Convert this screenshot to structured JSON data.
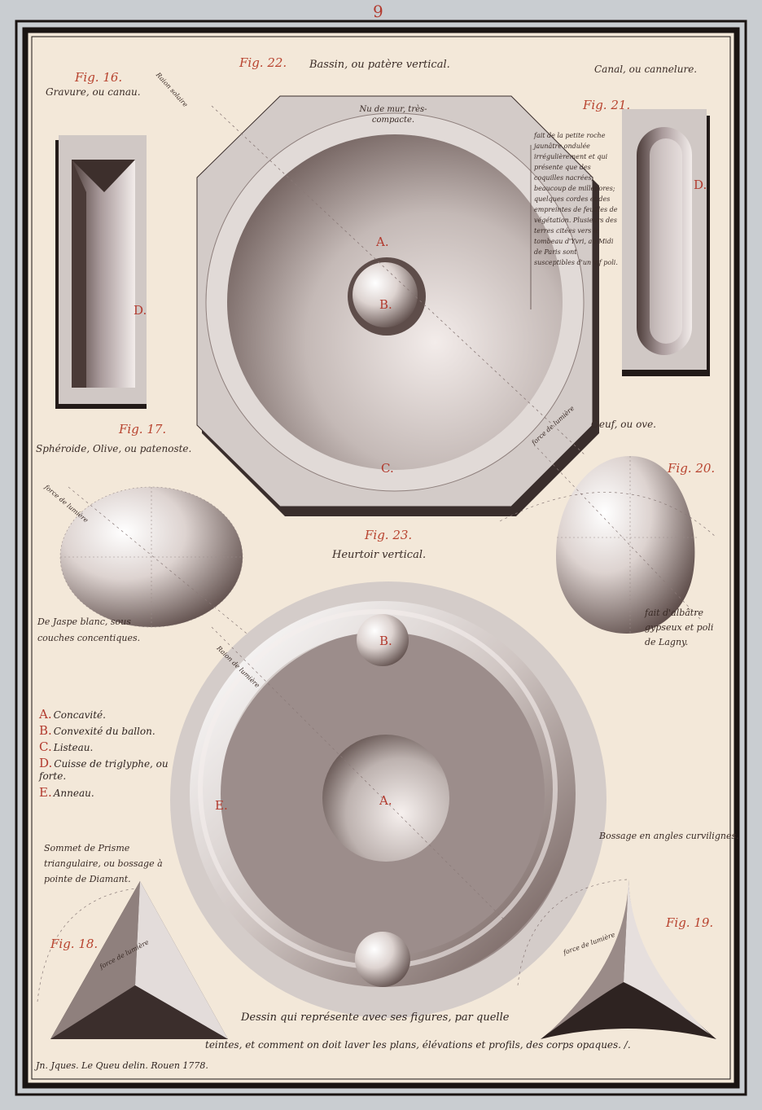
{
  "page_number": "9",
  "figures": {
    "fig16": {
      "number": "Fig. 16.",
      "caption": "Gravure, ou canau.",
      "letter": "D."
    },
    "fig17": {
      "number": "Fig. 17.",
      "caption": "Sphéroide, Olive, ou patenoste.",
      "note": "De Jaspe blanc, sous couches concentiques.",
      "light": "force de lumière"
    },
    "fig18": {
      "number": "Fig. 18.",
      "caption": "Sommet de Prisme triangulaire, ou bossage à pointe de Diamant.",
      "light": "force de lumière"
    },
    "fig19": {
      "number": "Fig. 19.",
      "caption": "Bossage en angles curvilignes.",
      "light": "force de lumière"
    },
    "fig20": {
      "number": "Fig. 20.",
      "caption": "Oeuf, ou ove.",
      "note": "fait d'albâtre gypseux et poli de Lagny.",
      "light": "force de lumière"
    },
    "fig21": {
      "number": "Fig. 21.",
      "caption": "Canal, ou cannelure.",
      "letter": "D.",
      "note": "fait de la petite roche jaunâtre ondulée irrégulièrement et qui présente que des coquilles nacrées; beaucoup de millepores; quelques cordes et des empreintes de feuilles de végétation. Plusieurs des terres citées vers le tombeau d'Yvri, au Midi de Paris sont susceptibles d'un vif poli."
    },
    "fig22": {
      "number": "Fig. 22.",
      "caption": "Bassin, ou patère vertical.",
      "ray": "Raion solaire",
      "wall": "Nu de mur, très-compacte.",
      "letters": [
        "A.",
        "B.",
        "C."
      ]
    },
    "fig23": {
      "number": "Fig. 23.",
      "caption": "Heurtoir vertical.",
      "ray": "Raion de lumière",
      "letters": [
        "B.",
        "A.",
        "E."
      ]
    }
  },
  "legend": [
    {
      "key": "A.",
      "text": "Concavité."
    },
    {
      "key": "B.",
      "text": "Convexité du ballon."
    },
    {
      "key": "C.",
      "text": "Listeau."
    },
    {
      "key": "D.",
      "text": "Cuisse de triglyphe, ou forte."
    },
    {
      "key": "E.",
      "text": "Anneau."
    }
  ],
  "bottom_text": {
    "line1": "Dessin qui représente avec ses figures, par quelle",
    "line2": "teintes, et comment on doit laver les plans, élévations et profils, des corps opaques. /.",
    "signature": "Jn. Jques. Le Queu delin. Rouen 1778."
  },
  "colors": {
    "paper": "#f3e8d9",
    "ink": "#2f2421",
    "red_ink": "#b23a2e",
    "stone": "#cfc7c4",
    "shadow": "#6d5a57"
  }
}
